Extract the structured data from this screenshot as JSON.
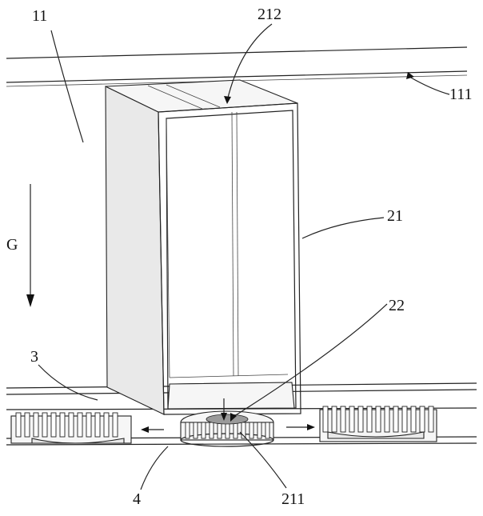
{
  "labels": {
    "l11": "11",
    "l212": "212",
    "l111": "111",
    "l21": "21",
    "lG": "G",
    "l22": "22",
    "l3": "3",
    "l4": "4",
    "l211": "211"
  }
}
